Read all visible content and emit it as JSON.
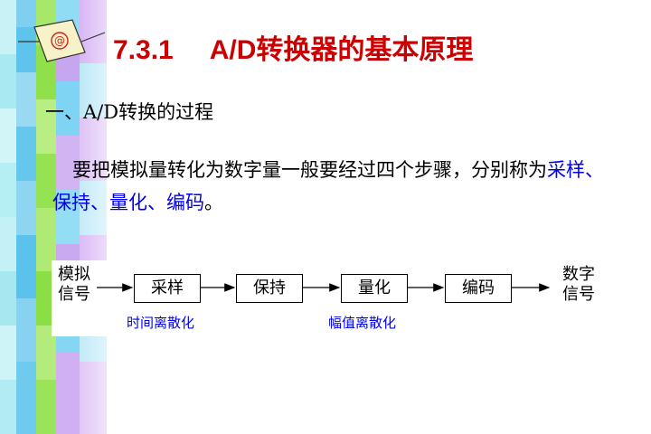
{
  "title": {
    "number": "7.3.1",
    "text": "A/D转换器的基本原理"
  },
  "section_heading": "一、A/D转换的过程",
  "paragraph": {
    "lead": "要把模拟量转化为数字量一般要经过四个步骤，分别称为",
    "steps_highlight": "采样、保持、量化、编码",
    "end": "。"
  },
  "diagram": {
    "input_label_1": "模拟",
    "input_label_2": "信号",
    "output_label_1": "数字",
    "output_label_2": "信号",
    "boxes": [
      "采样",
      "保持",
      "量化",
      "编码"
    ],
    "notes": [
      "时间离散化",
      "幅值离散化"
    ]
  },
  "logo_symbol": "@",
  "colors": {
    "title": "#cc0000",
    "highlight": "#0000ee"
  }
}
